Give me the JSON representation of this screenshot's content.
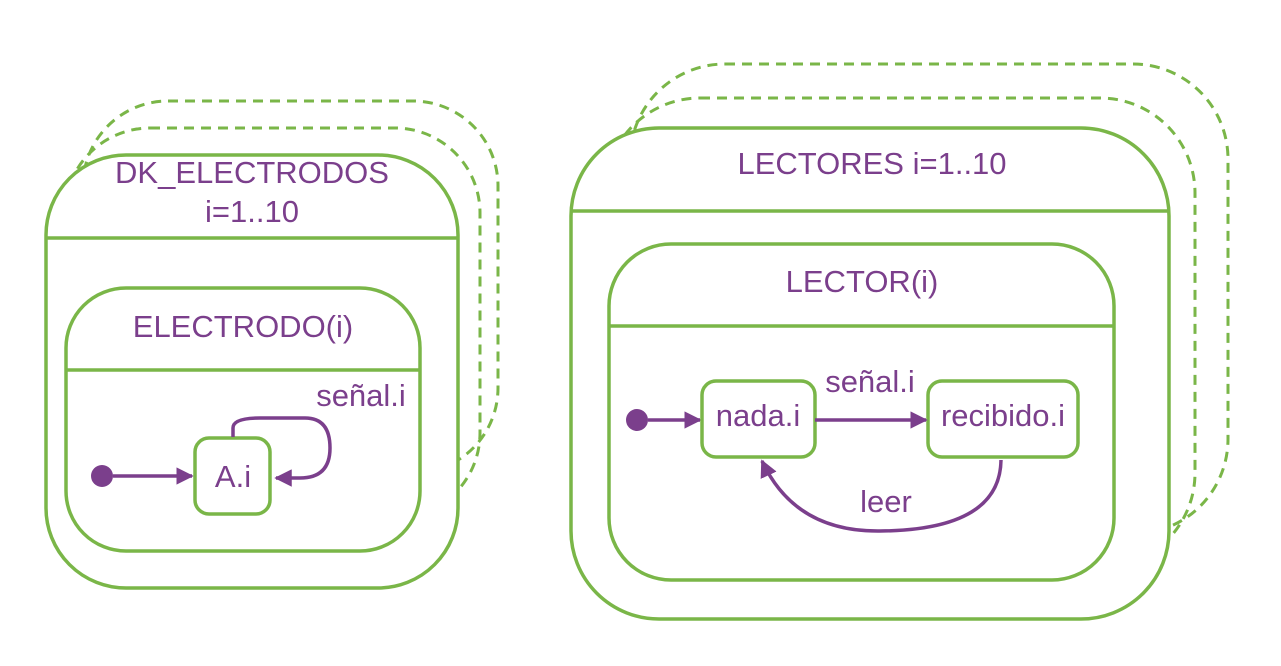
{
  "colors": {
    "frame": "#7ab648",
    "text": "#7b3f8c",
    "arrow": "#7b3f8c",
    "background": "#ffffff"
  },
  "left": {
    "outer_title_line1": "DK_ELECTRODOS",
    "outer_title_line2": "i=1..10",
    "inner_title": "ELECTRODO(i)",
    "state": "A.i",
    "self_loop_label": "señal.i"
  },
  "right": {
    "outer_title": "LECTORES i=1..10",
    "inner_title": "LECTOR(i)",
    "state_a": "nada.i",
    "state_b": "recibido.i",
    "transition_ab": "señal.i",
    "transition_ba": "leer"
  }
}
